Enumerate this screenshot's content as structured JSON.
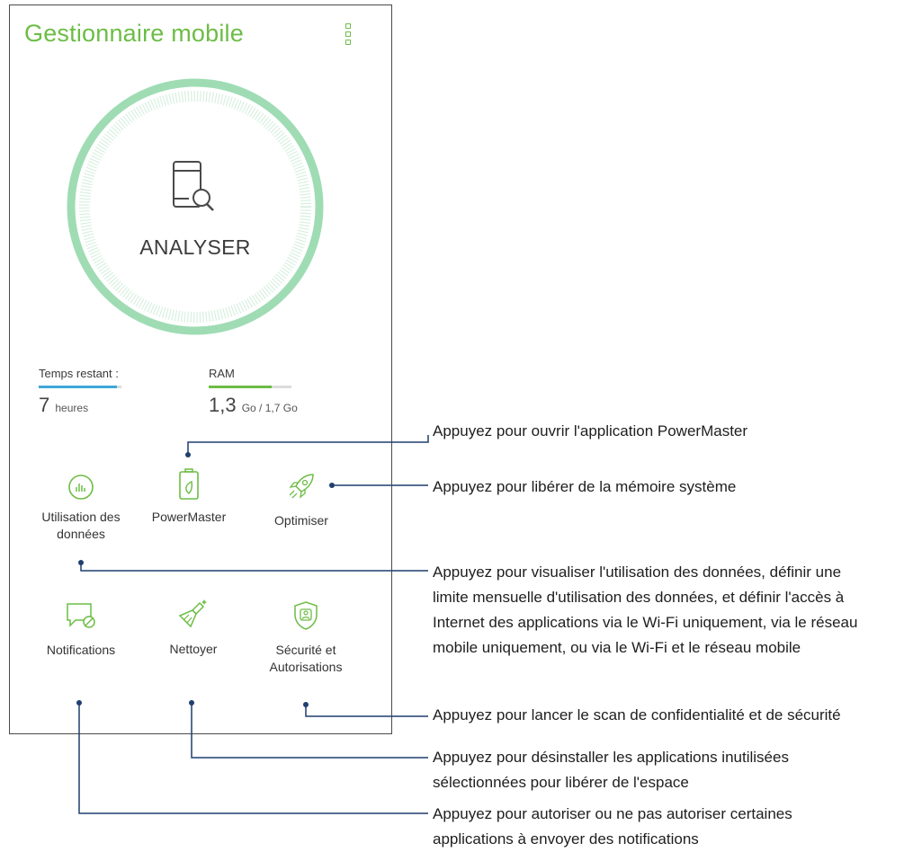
{
  "app": {
    "title": "Gestionnaire mobile",
    "accent_color": "#6cbd45",
    "leader_color": "#1f3f6e"
  },
  "scan": {
    "button_label": "ANALYSER",
    "icon": "phone-search-icon"
  },
  "stats": {
    "battery": {
      "label": "Temps restant :",
      "value": "7",
      "unit": "heures",
      "fill_fraction": 0.95,
      "color": "#3ea7d8"
    },
    "ram": {
      "label": "RAM",
      "value": "1,3",
      "unit": "Go / 1,7 Go",
      "fill_fraction": 0.76,
      "color": "#6cbd45"
    }
  },
  "tiles": {
    "data_usage": {
      "label_line1": "Utilisation des",
      "label_line2": "données",
      "icon": "chart-circle-icon"
    },
    "powermaster": {
      "label": "PowerMaster",
      "icon": "battery-leaf-icon"
    },
    "optimize": {
      "label": "Optimiser",
      "icon": "rocket-icon"
    },
    "notifications": {
      "label": "Notifications",
      "icon": "message-block-icon"
    },
    "clean": {
      "label": "Nettoyer",
      "icon": "broom-icon"
    },
    "security": {
      "label_line1": "Sécurité et",
      "label_line2": "Autorisations",
      "icon": "shield-user-icon"
    }
  },
  "callouts": {
    "powermaster": "Appuyez pour ouvrir l'application PowerMaster",
    "optimize": "Appuyez pour libérer de la mémoire système",
    "data_usage": [
      "Appuyez pour visualiser l'utilisation des données, définir une",
      "limite mensuelle d'utilisation des données, et définir l'accès à",
      "Internet des applications via le Wi-Fi uniquement, via le réseau",
      "mobile uniquement, ou via le Wi-Fi et le réseau mobile"
    ],
    "security": "Appuyez pour lancer le scan de confidentialité et de sécurité",
    "clean": [
      "Appuyez pour désinstaller les applications inutilisées",
      "sélectionnées pour libérer de l'espace"
    ],
    "notifications": [
      "Appuyez pour autoriser ou ne pas autoriser certaines",
      "applications à envoyer des notifications"
    ]
  }
}
